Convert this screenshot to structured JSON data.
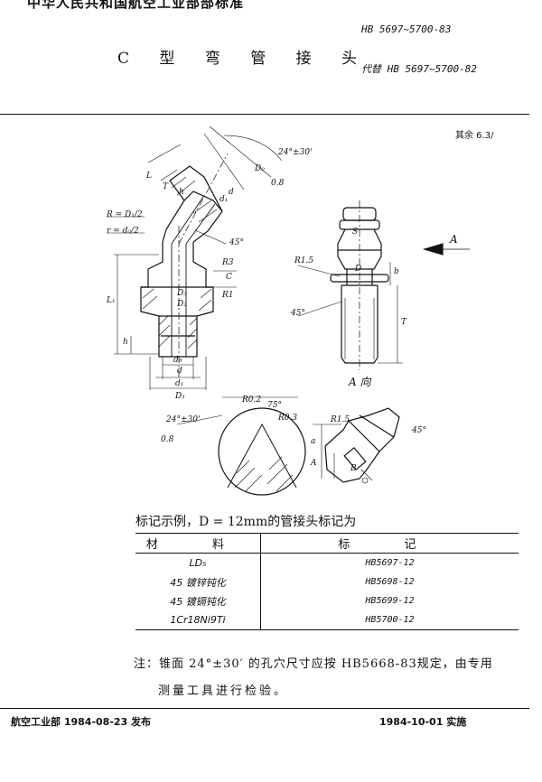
{
  "header": {
    "organization": "中华人民共和国航空工业部部标准",
    "standard_number": "HB 5697~5700-83",
    "title": "C 型 弯 管 接 头",
    "replaces": "代替 HB 5697~5700-82"
  },
  "drawing": {
    "roughness": "其余 6.3/",
    "labels": {
      "angle_top": "24°±30'",
      "d0": "D₀",
      "d08": "0.8",
      "l_top": "L",
      "t": "T",
      "h_top": "h",
      "d_top": "d",
      "d1_top": "d₁",
      "r_eq": "R = D₁/2",
      "r_small": "r = d₀/2",
      "a45": "45°",
      "r3": "R3",
      "c": "C",
      "d3": "D₃",
      "d2": "D₂",
      "r1": "R1",
      "l1": "L₁",
      "h_left": "h",
      "d8": "d₈",
      "d_bot": "d",
      "d1_bot": "d₁",
      "d1_b2": "D₁",
      "r15_a": "R1.5",
      "s": "S",
      "d_side": "D",
      "b": "b",
      "a45_side": "45°",
      "t_side": "T",
      "arrow_a": "A",
      "view_a": "A 向",
      "r02": "R0.2",
      "a75": "75°",
      "r03": "R0.3",
      "angle_det": "24°±30'",
      "d08_det": "0.8",
      "r15_b": "R1.5",
      "a45_c": "45°",
      "a_mark": "a",
      "a_sect": "A",
      "b_mark": "B"
    }
  },
  "example": {
    "text": "标记示例，D = 12mm的管接头标记为"
  },
  "table": {
    "headers": [
      "材 料",
      "标 记"
    ],
    "rows": [
      {
        "material": "LD₅",
        "mark": "HB5697-12"
      },
      {
        "material": "45 镀锌钝化",
        "mark": "HB5698-12"
      },
      {
        "material": "45 镀镉钝化",
        "mark": "HB5699-12"
      },
      {
        "material": "1Cr18Ni9Ti",
        "mark": "HB5700-12"
      }
    ]
  },
  "note": {
    "line1": "注：锥面 24°±30′ 的孔穴尺寸应按 HB5668-83规定，由专用",
    "line2": "测量工具进行检验。"
  },
  "footer": {
    "issued": "航空工业部 1984-08-23 发布",
    "effective": "1984-10-01 实施"
  }
}
